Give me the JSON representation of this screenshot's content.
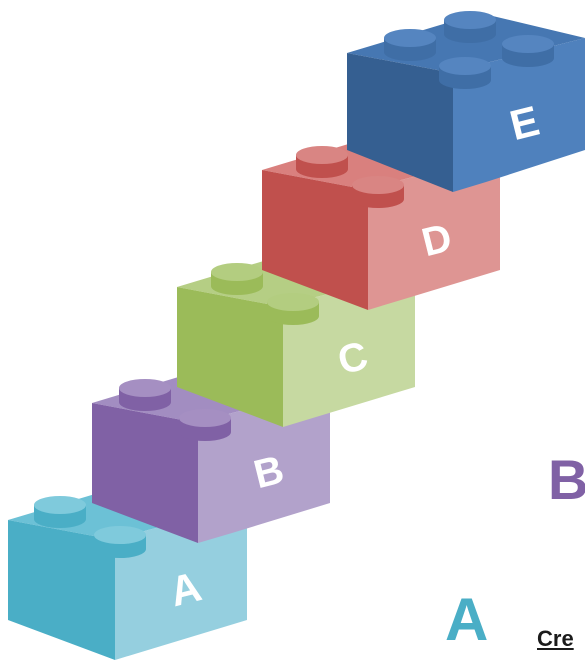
{
  "blocks": [
    {
      "label": "A",
      "front": "#4aaec6",
      "side": "#95cfdf",
      "top": "#6cc1d6",
      "stud": "#4aaec6",
      "stud_top": "#7fcadc"
    },
    {
      "label": "B",
      "front": "#8061a5",
      "side": "#b2a2cb",
      "top": "#a28dc1",
      "stud": "#8061a5",
      "stud_top": "#a58fc2"
    },
    {
      "label": "C",
      "front": "#9bbb59",
      "side": "#c6d9a1",
      "top": "#b5ce84",
      "stud": "#9bbb59",
      "stud_top": "#b3cd80"
    },
    {
      "label": "D",
      "front": "#c0504d",
      "side": "#de9593",
      "top": "#d9807e",
      "stud": "#c0504d",
      "stud_top": "#d98583"
    },
    {
      "label": "E",
      "front": "#355f91",
      "side": "#4f81bd",
      "top": "#4677b2",
      "stud": "#3f6ea6",
      "stud_top": "#5585c0"
    }
  ],
  "side_labels": {
    "b": {
      "text": "B",
      "color": "#8061a5"
    },
    "a": {
      "text": "A",
      "color": "#4aaec6"
    }
  },
  "caption": "Cre"
}
